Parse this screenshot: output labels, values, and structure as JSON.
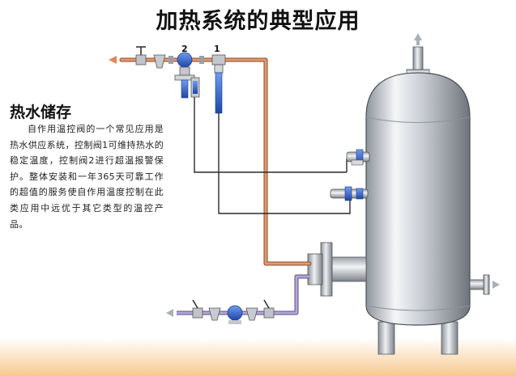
{
  "title": "加热系统的典型应用",
  "section": {
    "heading": "热水储存",
    "body": "自作用温控阀的一个常见应用是热水供应系统，控制阀1可维持热水的稳定温度，控制阀2进行超温报警保护。整体安装和一年365天可靠工作的超值的服务使自作用温度控制在此类应用中远优于其它类型的温控产品。"
  },
  "diagram": {
    "labels": [
      "2",
      "1"
    ],
    "colors": {
      "steam_pipe": "#d98a5f",
      "condensate_pipe": "#a59ac4",
      "capillary": "#2a2a2a",
      "valve_blue": "#3b6fd0",
      "tank_body": "#c9ccd3",
      "floor": "#f6d3a6"
    }
  }
}
